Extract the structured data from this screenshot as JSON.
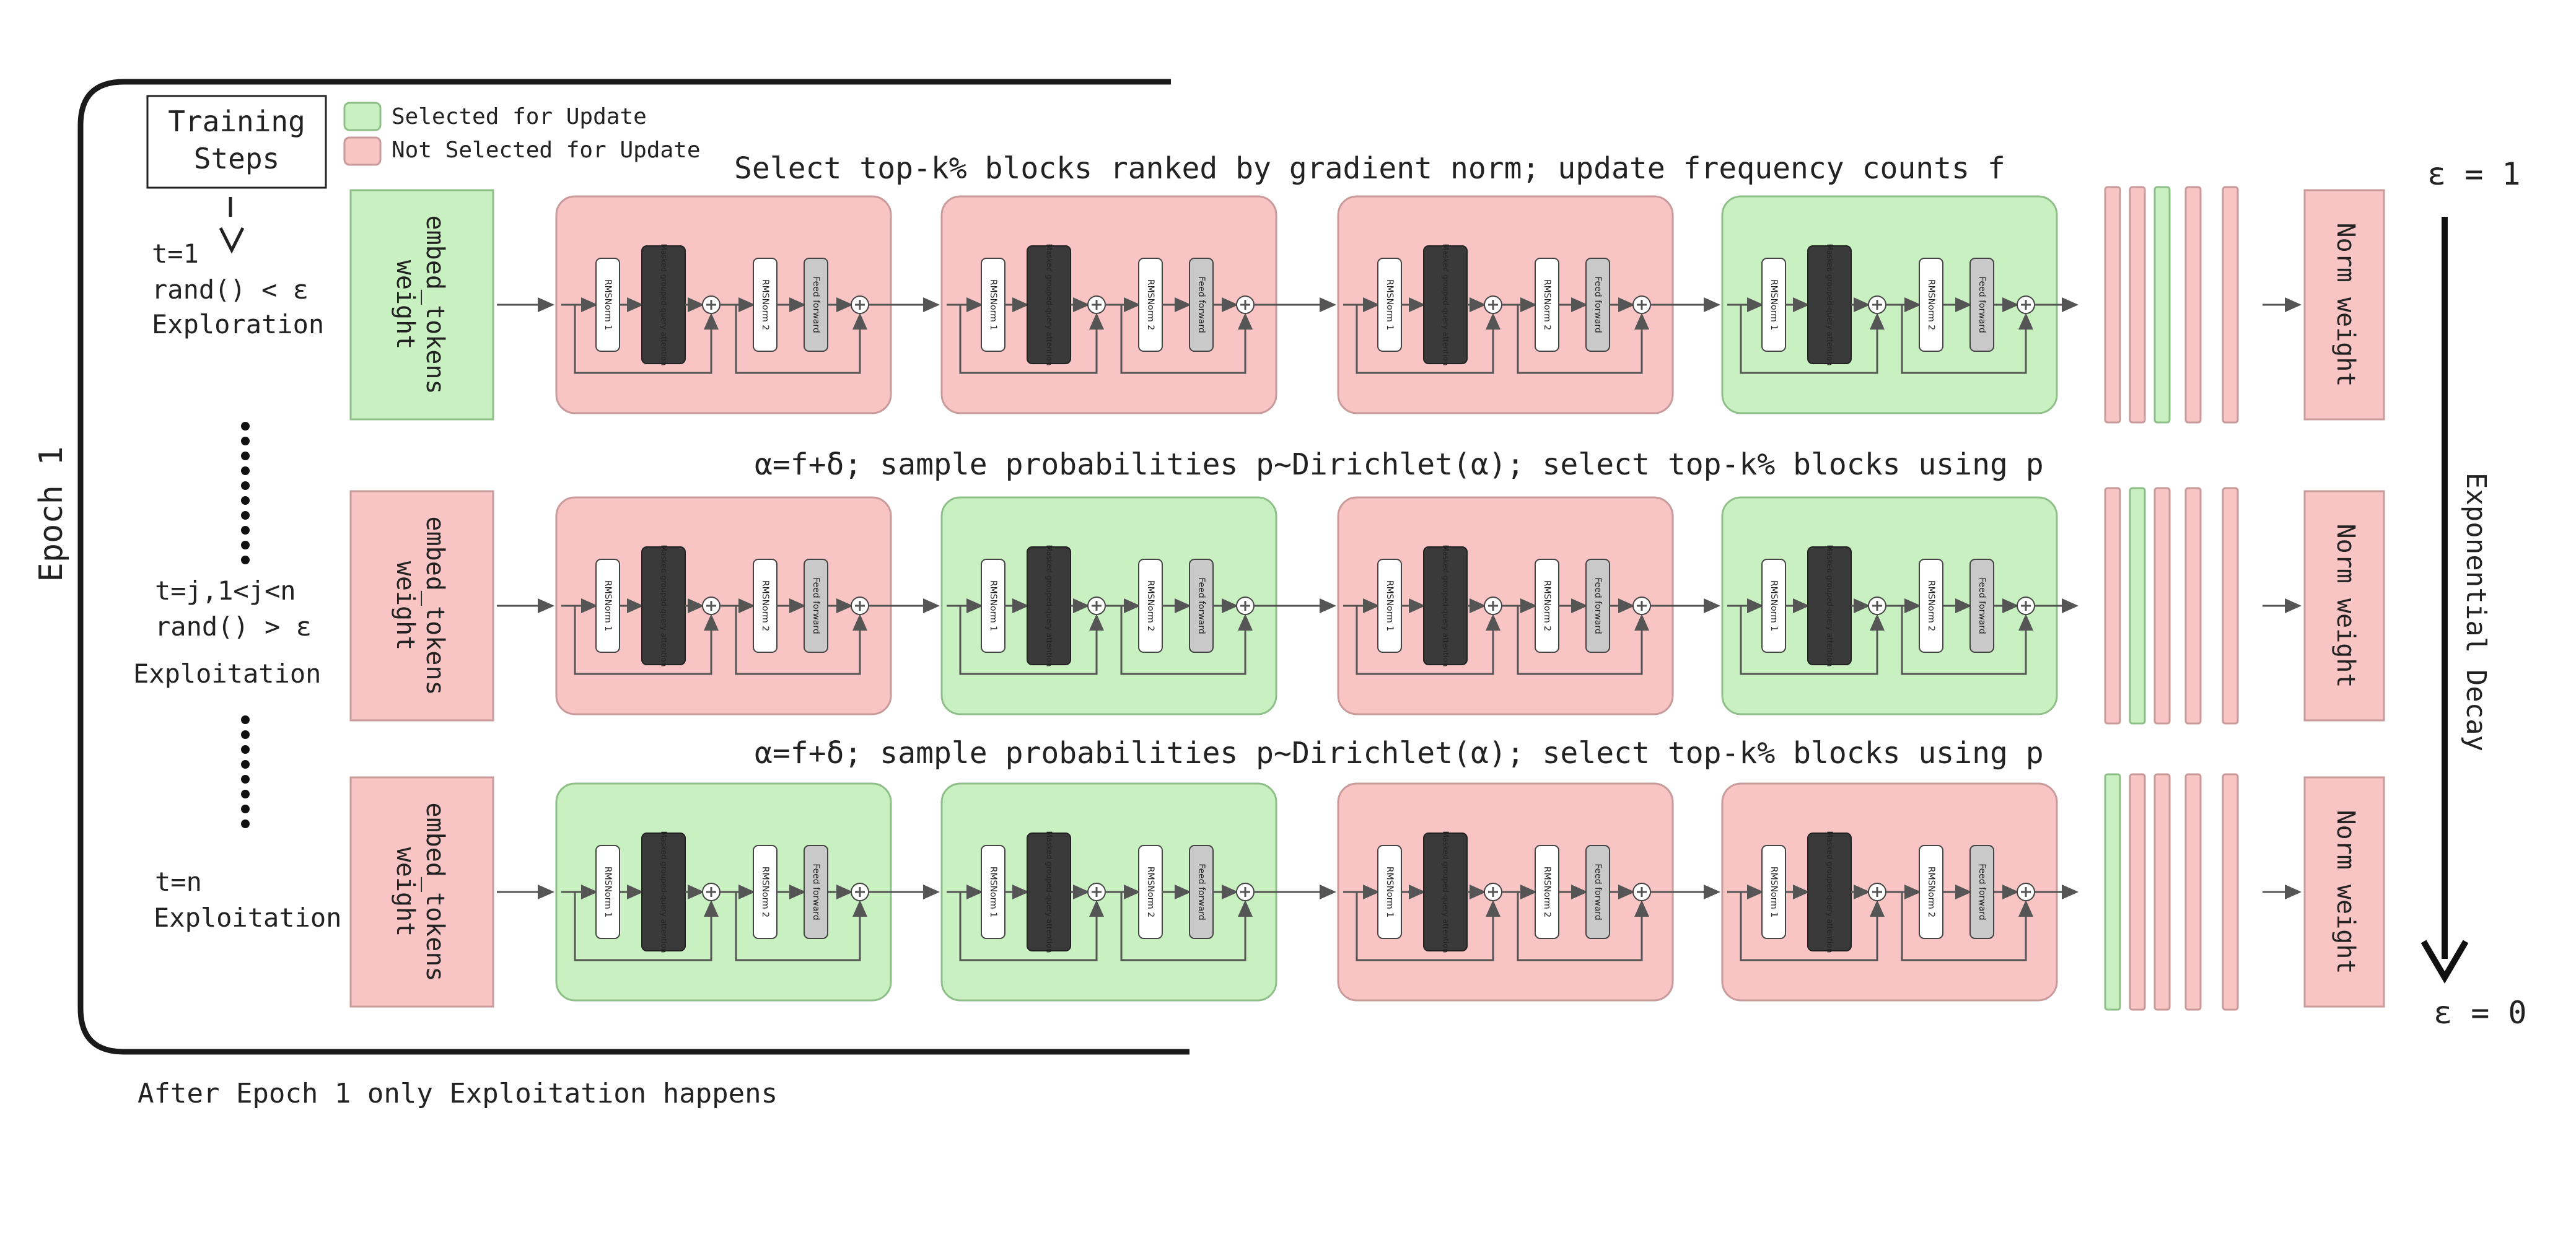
{
  "colors": {
    "selected_fill": "#c8f0c0",
    "selected_stroke": "#8fbf88",
    "not_selected_fill": "#f8c4c4",
    "not_selected_stroke": "#c99a9a",
    "attention_fill": "#3a3a3a",
    "feed_forward_fill": "#c9c9c9",
    "rmsnorm_fill": "#ffffff"
  },
  "legend": {
    "selected": "Selected for Update",
    "not_selected": "Not Selected for Update"
  },
  "training_steps_label": [
    "Training",
    "Steps"
  ],
  "epoch_label": "Epoch 1",
  "footer": "After Epoch 1 only Exploitation happens",
  "epsilon_top": "ε = 1",
  "epsilon_bottom": "ε = 0",
  "decay_label": "Exponential Decay",
  "block_labels": {
    "rmsnorm1": "RMSNorm 1",
    "attention": "Masked grouped-query attention",
    "rmsnorm2": "RMSNorm 2",
    "feed_forward": "Feed forward"
  },
  "embed_label": [
    "embed_tokens",
    "weight"
  ],
  "norm_label": "Norm weight",
  "rows": [
    {
      "step_lines": [
        "t=1",
        "rand() < ε",
        "Exploration"
      ],
      "caption": "Select top-k% blocks ranked by gradient norm; update frequency counts f",
      "embed_selected": true,
      "blocks_selected": [
        false,
        false,
        false,
        true
      ],
      "bars_selected": [
        false,
        false,
        true,
        false,
        false
      ],
      "norm_selected": false
    },
    {
      "step_lines": [
        "t=j,1<j<n",
        "rand() > ε",
        "Exploitation"
      ],
      "caption": "α=f+δ; sample probabilities p~Dirichlet(α); select top-k% blocks using p",
      "embed_selected": false,
      "blocks_selected": [
        false,
        true,
        false,
        true
      ],
      "bars_selected": [
        false,
        true,
        false,
        false,
        false
      ],
      "norm_selected": false
    },
    {
      "step_lines": [
        "t=n",
        "Exploitation"
      ],
      "caption": "α=f+δ; sample probabilities p~Dirichlet(α); select top-k% blocks using p",
      "embed_selected": false,
      "blocks_selected": [
        true,
        true,
        false,
        false
      ],
      "bars_selected": [
        true,
        false,
        false,
        false,
        false
      ],
      "norm_selected": false
    }
  ]
}
